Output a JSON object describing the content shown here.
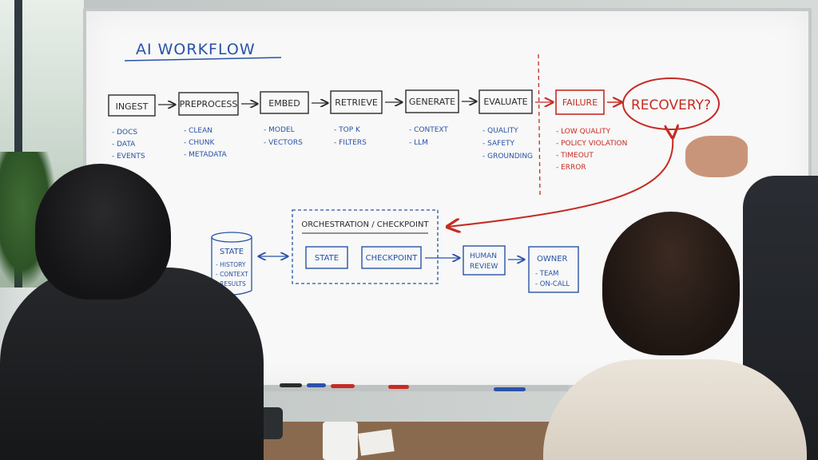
{
  "board": {
    "title": "AI WORKFLOW",
    "pipeline": [
      {
        "label": "INGEST",
        "notes": [
          "- DOCS",
          "- DATA",
          "- EVENTS"
        ]
      },
      {
        "label": "PREPROCESS",
        "notes": [
          "- CLEAN",
          "- CHUNK",
          "- METADATA"
        ]
      },
      {
        "label": "EMBED",
        "notes": [
          "- MODEL",
          "- VECTORS"
        ]
      },
      {
        "label": "RETRIEVE",
        "notes": [
          "- TOP K",
          "- FILTERS"
        ]
      },
      {
        "label": "GENERATE",
        "notes": [
          "- CONTEXT",
          "- LLM"
        ]
      },
      {
        "label": "EVALUATE",
        "notes": [
          "- QUALITY",
          "- SAFETY",
          "- GROUNDING"
        ]
      }
    ],
    "failure": {
      "label": "FAILURE",
      "notes": [
        "- LOW QUALITY",
        "- POLICY VIOLATION",
        "- TIMEOUT",
        "- ERROR"
      ]
    },
    "recovery": "RECOVERY?",
    "orchestration": {
      "title": "ORCHESTRATION / CHECKPOINT",
      "state_box": "STATE",
      "checkpoint_box": "CHECKPOINT"
    },
    "state_store": {
      "label": "STATE",
      "items": [
        "- HISTORY",
        "- CONTEXT",
        "- RESULTS"
      ]
    },
    "human_review": [
      "HUMAN",
      "REVIEW"
    ],
    "owner": {
      "label": "OWNER",
      "items": [
        "- TEAM",
        "- ON-CALL"
      ]
    }
  },
  "colors": {
    "blue_ink": "#2a52a8",
    "dark_ink": "#2b2b2b",
    "red_ink": "#c62b25"
  }
}
